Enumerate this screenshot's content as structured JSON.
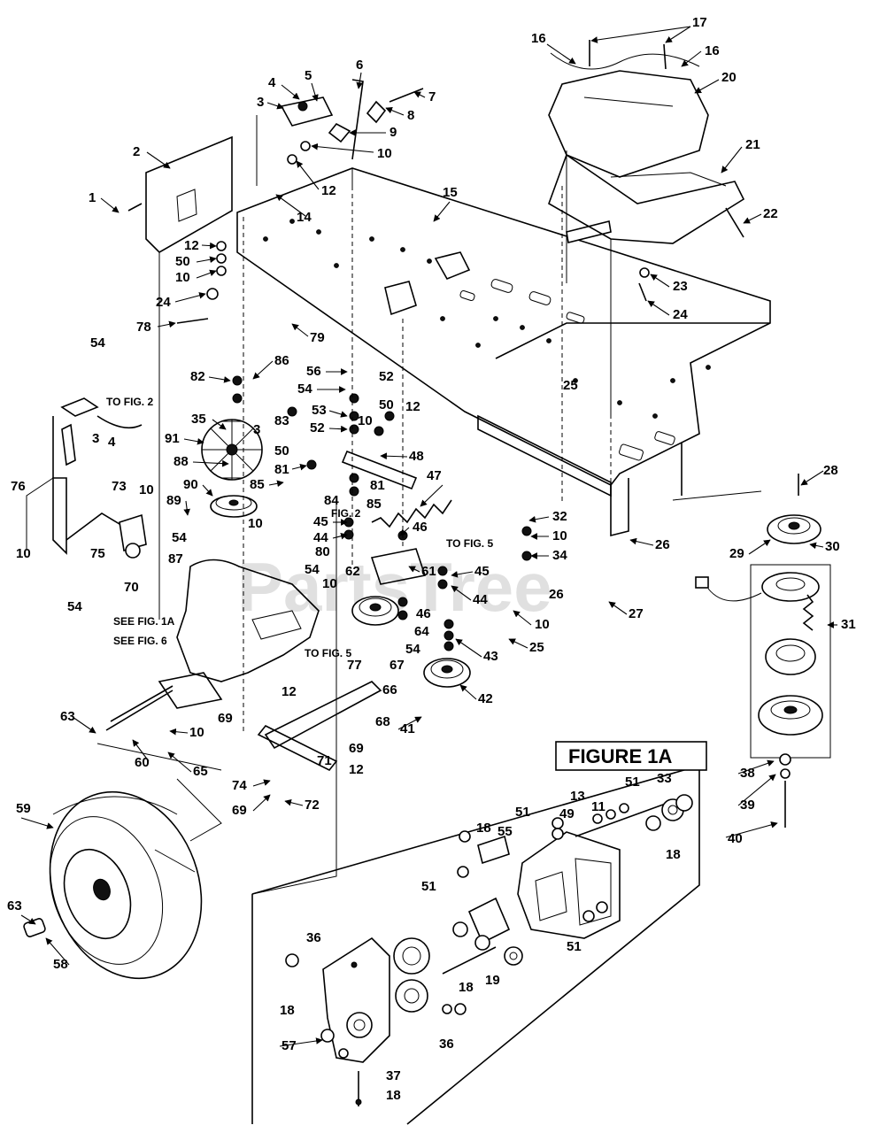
{
  "figure": {
    "title": "FIGURE 1A",
    "watermark": "PartsTree"
  },
  "references": {
    "to_fig_2_a": "TO FIG. 2",
    "to_fig_2_b": "FIG. 2",
    "to_fig_5_a": "TO FIG. 5",
    "to_fig_5_b": "TO FIG. 5",
    "see_fig_1a": "SEE FIG. 1A",
    "see_fig_6": "SEE FIG. 6"
  },
  "callouts": [
    {
      "id": "c1",
      "text": "1"
    },
    {
      "id": "c2",
      "text": "2"
    },
    {
      "id": "c3a",
      "text": "3"
    },
    {
      "id": "c4a",
      "text": "4"
    },
    {
      "id": "c5",
      "text": "5"
    },
    {
      "id": "c6",
      "text": "6"
    },
    {
      "id": "c7",
      "text": "7"
    },
    {
      "id": "c8",
      "text": "8"
    },
    {
      "id": "c9",
      "text": "9"
    },
    {
      "id": "c10a",
      "text": "10"
    },
    {
      "id": "c12a",
      "text": "12"
    },
    {
      "id": "c14",
      "text": "14"
    },
    {
      "id": "c15",
      "text": "15"
    },
    {
      "id": "c16a",
      "text": "16"
    },
    {
      "id": "c16b",
      "text": "16"
    },
    {
      "id": "c17",
      "text": "17"
    },
    {
      "id": "c20",
      "text": "20"
    },
    {
      "id": "c21",
      "text": "21"
    },
    {
      "id": "c22",
      "text": "22"
    },
    {
      "id": "c23",
      "text": "23"
    },
    {
      "id": "c24a",
      "text": "24"
    },
    {
      "id": "c12b",
      "text": "12"
    },
    {
      "id": "c50a",
      "text": "50"
    },
    {
      "id": "c10b",
      "text": "10"
    },
    {
      "id": "c24b",
      "text": "24"
    },
    {
      "id": "c78",
      "text": "78"
    },
    {
      "id": "c79",
      "text": "79"
    },
    {
      "id": "c54a",
      "text": "54"
    },
    {
      "id": "c82",
      "text": "82"
    },
    {
      "id": "c86",
      "text": "86"
    },
    {
      "id": "c56",
      "text": "56"
    },
    {
      "id": "c52a",
      "text": "52"
    },
    {
      "id": "c54b",
      "text": "54"
    },
    {
      "id": "c3b",
      "text": "3"
    },
    {
      "id": "c4b",
      "text": "4"
    },
    {
      "id": "c3c",
      "text": "3"
    },
    {
      "id": "c35",
      "text": "35"
    },
    {
      "id": "c53",
      "text": "53"
    },
    {
      "id": "c10c",
      "text": "10"
    },
    {
      "id": "c50b",
      "text": "50"
    },
    {
      "id": "c12c",
      "text": "12"
    },
    {
      "id": "c52b",
      "text": "52"
    },
    {
      "id": "c25a",
      "text": "25"
    },
    {
      "id": "c83",
      "text": "83"
    },
    {
      "id": "c91",
      "text": "91"
    },
    {
      "id": "c50c",
      "text": "50"
    },
    {
      "id": "c48",
      "text": "48"
    },
    {
      "id": "c88",
      "text": "88"
    },
    {
      "id": "c81a",
      "text": "81"
    },
    {
      "id": "c81b",
      "text": "81"
    },
    {
      "id": "c28",
      "text": "28"
    },
    {
      "id": "c76",
      "text": "76"
    },
    {
      "id": "c73",
      "text": "73"
    },
    {
      "id": "c10d",
      "text": "10"
    },
    {
      "id": "c90",
      "text": "90"
    },
    {
      "id": "c85a",
      "text": "85"
    },
    {
      "id": "c84",
      "text": "84"
    },
    {
      "id": "c47",
      "text": "47"
    },
    {
      "id": "c85b",
      "text": "85"
    },
    {
      "id": "c89",
      "text": "89"
    },
    {
      "id": "c45a",
      "text": "45"
    },
    {
      "id": "c32",
      "text": "32"
    },
    {
      "id": "c10e",
      "text": "10"
    },
    {
      "id": "c29",
      "text": "29"
    },
    {
      "id": "c30",
      "text": "30"
    },
    {
      "id": "c54c",
      "text": "54"
    },
    {
      "id": "c10f",
      "text": "10"
    },
    {
      "id": "c46a",
      "text": "46"
    },
    {
      "id": "c44a",
      "text": "44"
    },
    {
      "id": "c34",
      "text": "34"
    },
    {
      "id": "c75",
      "text": "75"
    },
    {
      "id": "c87",
      "text": "87"
    },
    {
      "id": "c80",
      "text": "80"
    },
    {
      "id": "c26a",
      "text": "26"
    },
    {
      "id": "c70",
      "text": "70"
    },
    {
      "id": "c10g",
      "text": "10"
    },
    {
      "id": "c54d",
      "text": "54"
    },
    {
      "id": "c62",
      "text": "62"
    },
    {
      "id": "c61",
      "text": "61"
    },
    {
      "id": "c45b",
      "text": "45"
    },
    {
      "id": "c10h",
      "text": "10"
    },
    {
      "id": "c44b",
      "text": "44"
    },
    {
      "id": "c26b",
      "text": "26"
    },
    {
      "id": "c27",
      "text": "27"
    },
    {
      "id": "c31",
      "text": "31"
    },
    {
      "id": "c54e",
      "text": "54"
    },
    {
      "id": "c46b",
      "text": "46"
    },
    {
      "id": "c10i",
      "text": "10"
    },
    {
      "id": "c64",
      "text": "64"
    },
    {
      "id": "c54f",
      "text": "54"
    },
    {
      "id": "c25b",
      "text": "25"
    },
    {
      "id": "c43",
      "text": "43"
    },
    {
      "id": "c67",
      "text": "67"
    },
    {
      "id": "c77",
      "text": "77"
    },
    {
      "id": "c66",
      "text": "66"
    },
    {
      "id": "c42",
      "text": "42"
    },
    {
      "id": "c12d",
      "text": "12"
    },
    {
      "id": "c63a",
      "text": "63"
    },
    {
      "id": "c10j",
      "text": "10"
    },
    {
      "id": "c69a",
      "text": "69"
    },
    {
      "id": "c68",
      "text": "68"
    },
    {
      "id": "c41",
      "text": "41"
    },
    {
      "id": "c60",
      "text": "60"
    },
    {
      "id": "c65",
      "text": "65"
    },
    {
      "id": "c69b",
      "text": "69"
    },
    {
      "id": "c71",
      "text": "71"
    },
    {
      "id": "c12e",
      "text": "12"
    },
    {
      "id": "c38",
      "text": "38"
    },
    {
      "id": "c74",
      "text": "74"
    },
    {
      "id": "c39",
      "text": "39"
    },
    {
      "id": "c69c",
      "text": "69"
    },
    {
      "id": "c72",
      "text": "72"
    },
    {
      "id": "c33",
      "text": "33"
    },
    {
      "id": "c51a",
      "text": "51"
    },
    {
      "id": "c13",
      "text": "13"
    },
    {
      "id": "c59",
      "text": "59"
    },
    {
      "id": "c51b",
      "text": "51"
    },
    {
      "id": "c49",
      "text": "49"
    },
    {
      "id": "c11",
      "text": "11"
    },
    {
      "id": "c40",
      "text": "40"
    },
    {
      "id": "c18a",
      "text": "18"
    },
    {
      "id": "c55",
      "text": "55"
    },
    {
      "id": "c18b",
      "text": "18"
    },
    {
      "id": "c51c",
      "text": "51"
    },
    {
      "id": "c63b",
      "text": "63"
    },
    {
      "id": "c51d",
      "text": "51"
    },
    {
      "id": "c58",
      "text": "58"
    },
    {
      "id": "c36a",
      "text": "36"
    },
    {
      "id": "c19",
      "text": "19"
    },
    {
      "id": "c18c",
      "text": "18"
    },
    {
      "id": "c18d",
      "text": "18"
    },
    {
      "id": "c36b",
      "text": "36"
    },
    {
      "id": "c57",
      "text": "57"
    },
    {
      "id": "c37",
      "text": "37"
    },
    {
      "id": "c18e",
      "text": "18"
    }
  ]
}
